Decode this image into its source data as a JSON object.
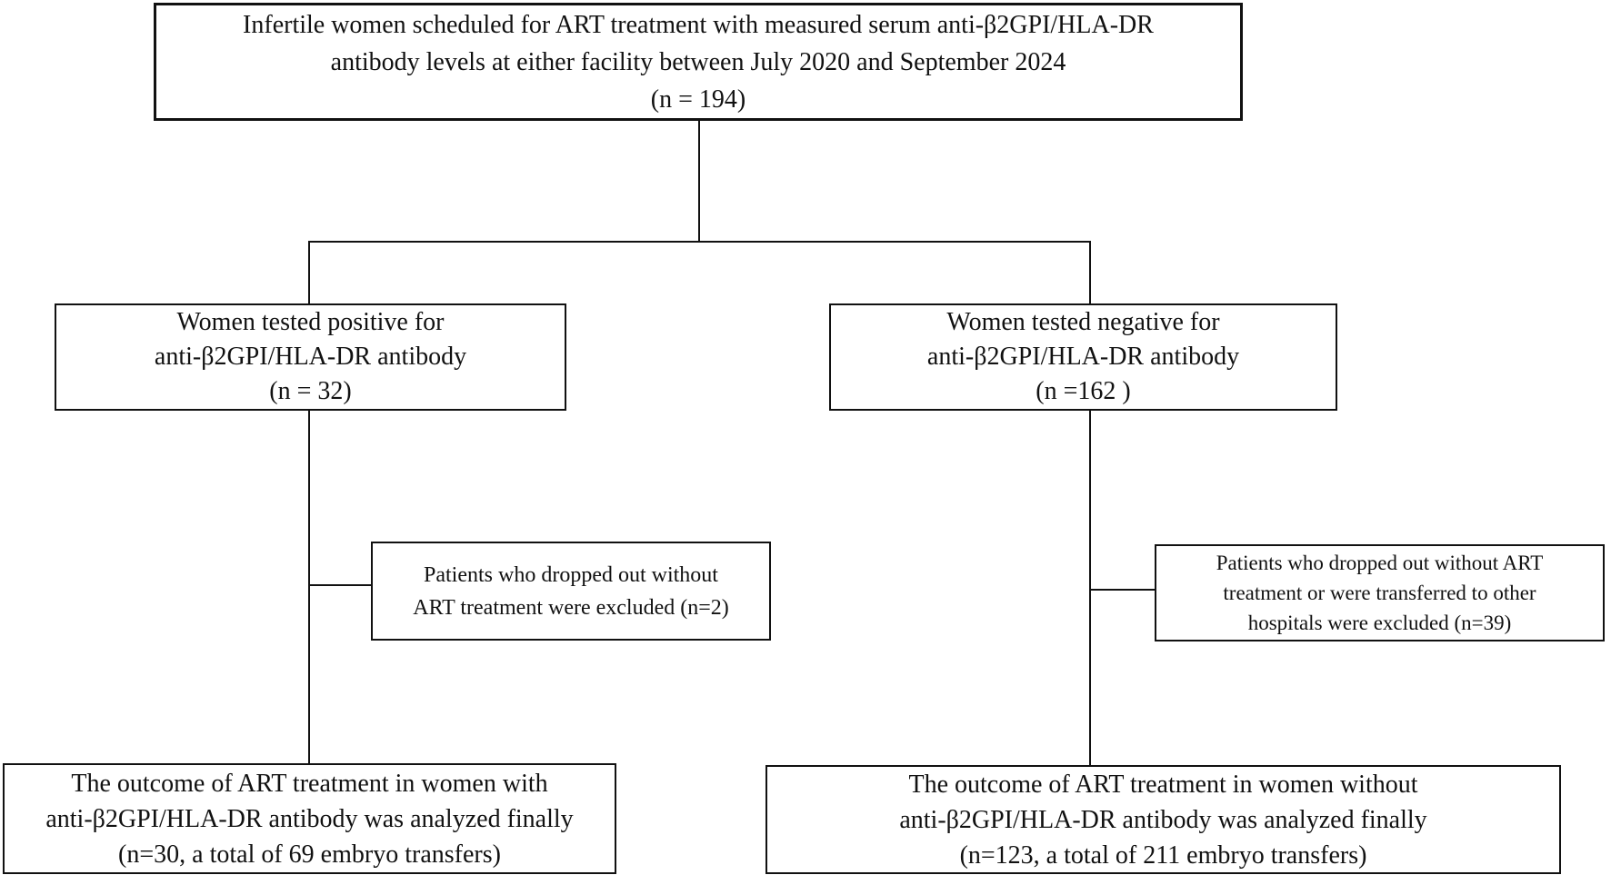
{
  "colors": {
    "background": "#ffffff",
    "border": "#111111",
    "text": "#111111"
  },
  "diagram": {
    "boxes": {
      "screened": {
        "lines": [
          "Infertile women scheduled for ART treatment with measured serum anti-β2GPI/HLA-DR",
          "antibody levels at either facility between July 2020 and September 2024",
          "(n = 194)"
        ]
      },
      "positive": {
        "lines": [
          "Women tested positive for",
          "anti-β2GPI/HLA-DR antibody",
          "(n = 32)"
        ]
      },
      "negative": {
        "lines": [
          "Women tested negative for",
          "anti-β2GPI/HLA-DR antibody",
          "(n =162 )"
        ]
      },
      "excluded_positive": {
        "lines": [
          "Patients who dropped out without",
          "ART treatment were excluded (n=2)"
        ]
      },
      "excluded_negative": {
        "lines": [
          "Patients who dropped out without ART",
          "treatment or were transferred to other",
          "hospitals were excluded (n=39)"
        ]
      },
      "outcome_positive": {
        "lines": [
          "The outcome of ART treatment in women with",
          "anti-β2GPI/HLA-DR antibody was analyzed finally",
          "(n=30, a total of 69 embryo transfers)"
        ]
      },
      "outcome_negative": {
        "lines": [
          "The outcome of ART treatment in women without",
          "anti-β2GPI/HLA-DR antibody was analyzed finally",
          "(n=123, a total of 211 embryo transfers)"
        ]
      }
    }
  }
}
